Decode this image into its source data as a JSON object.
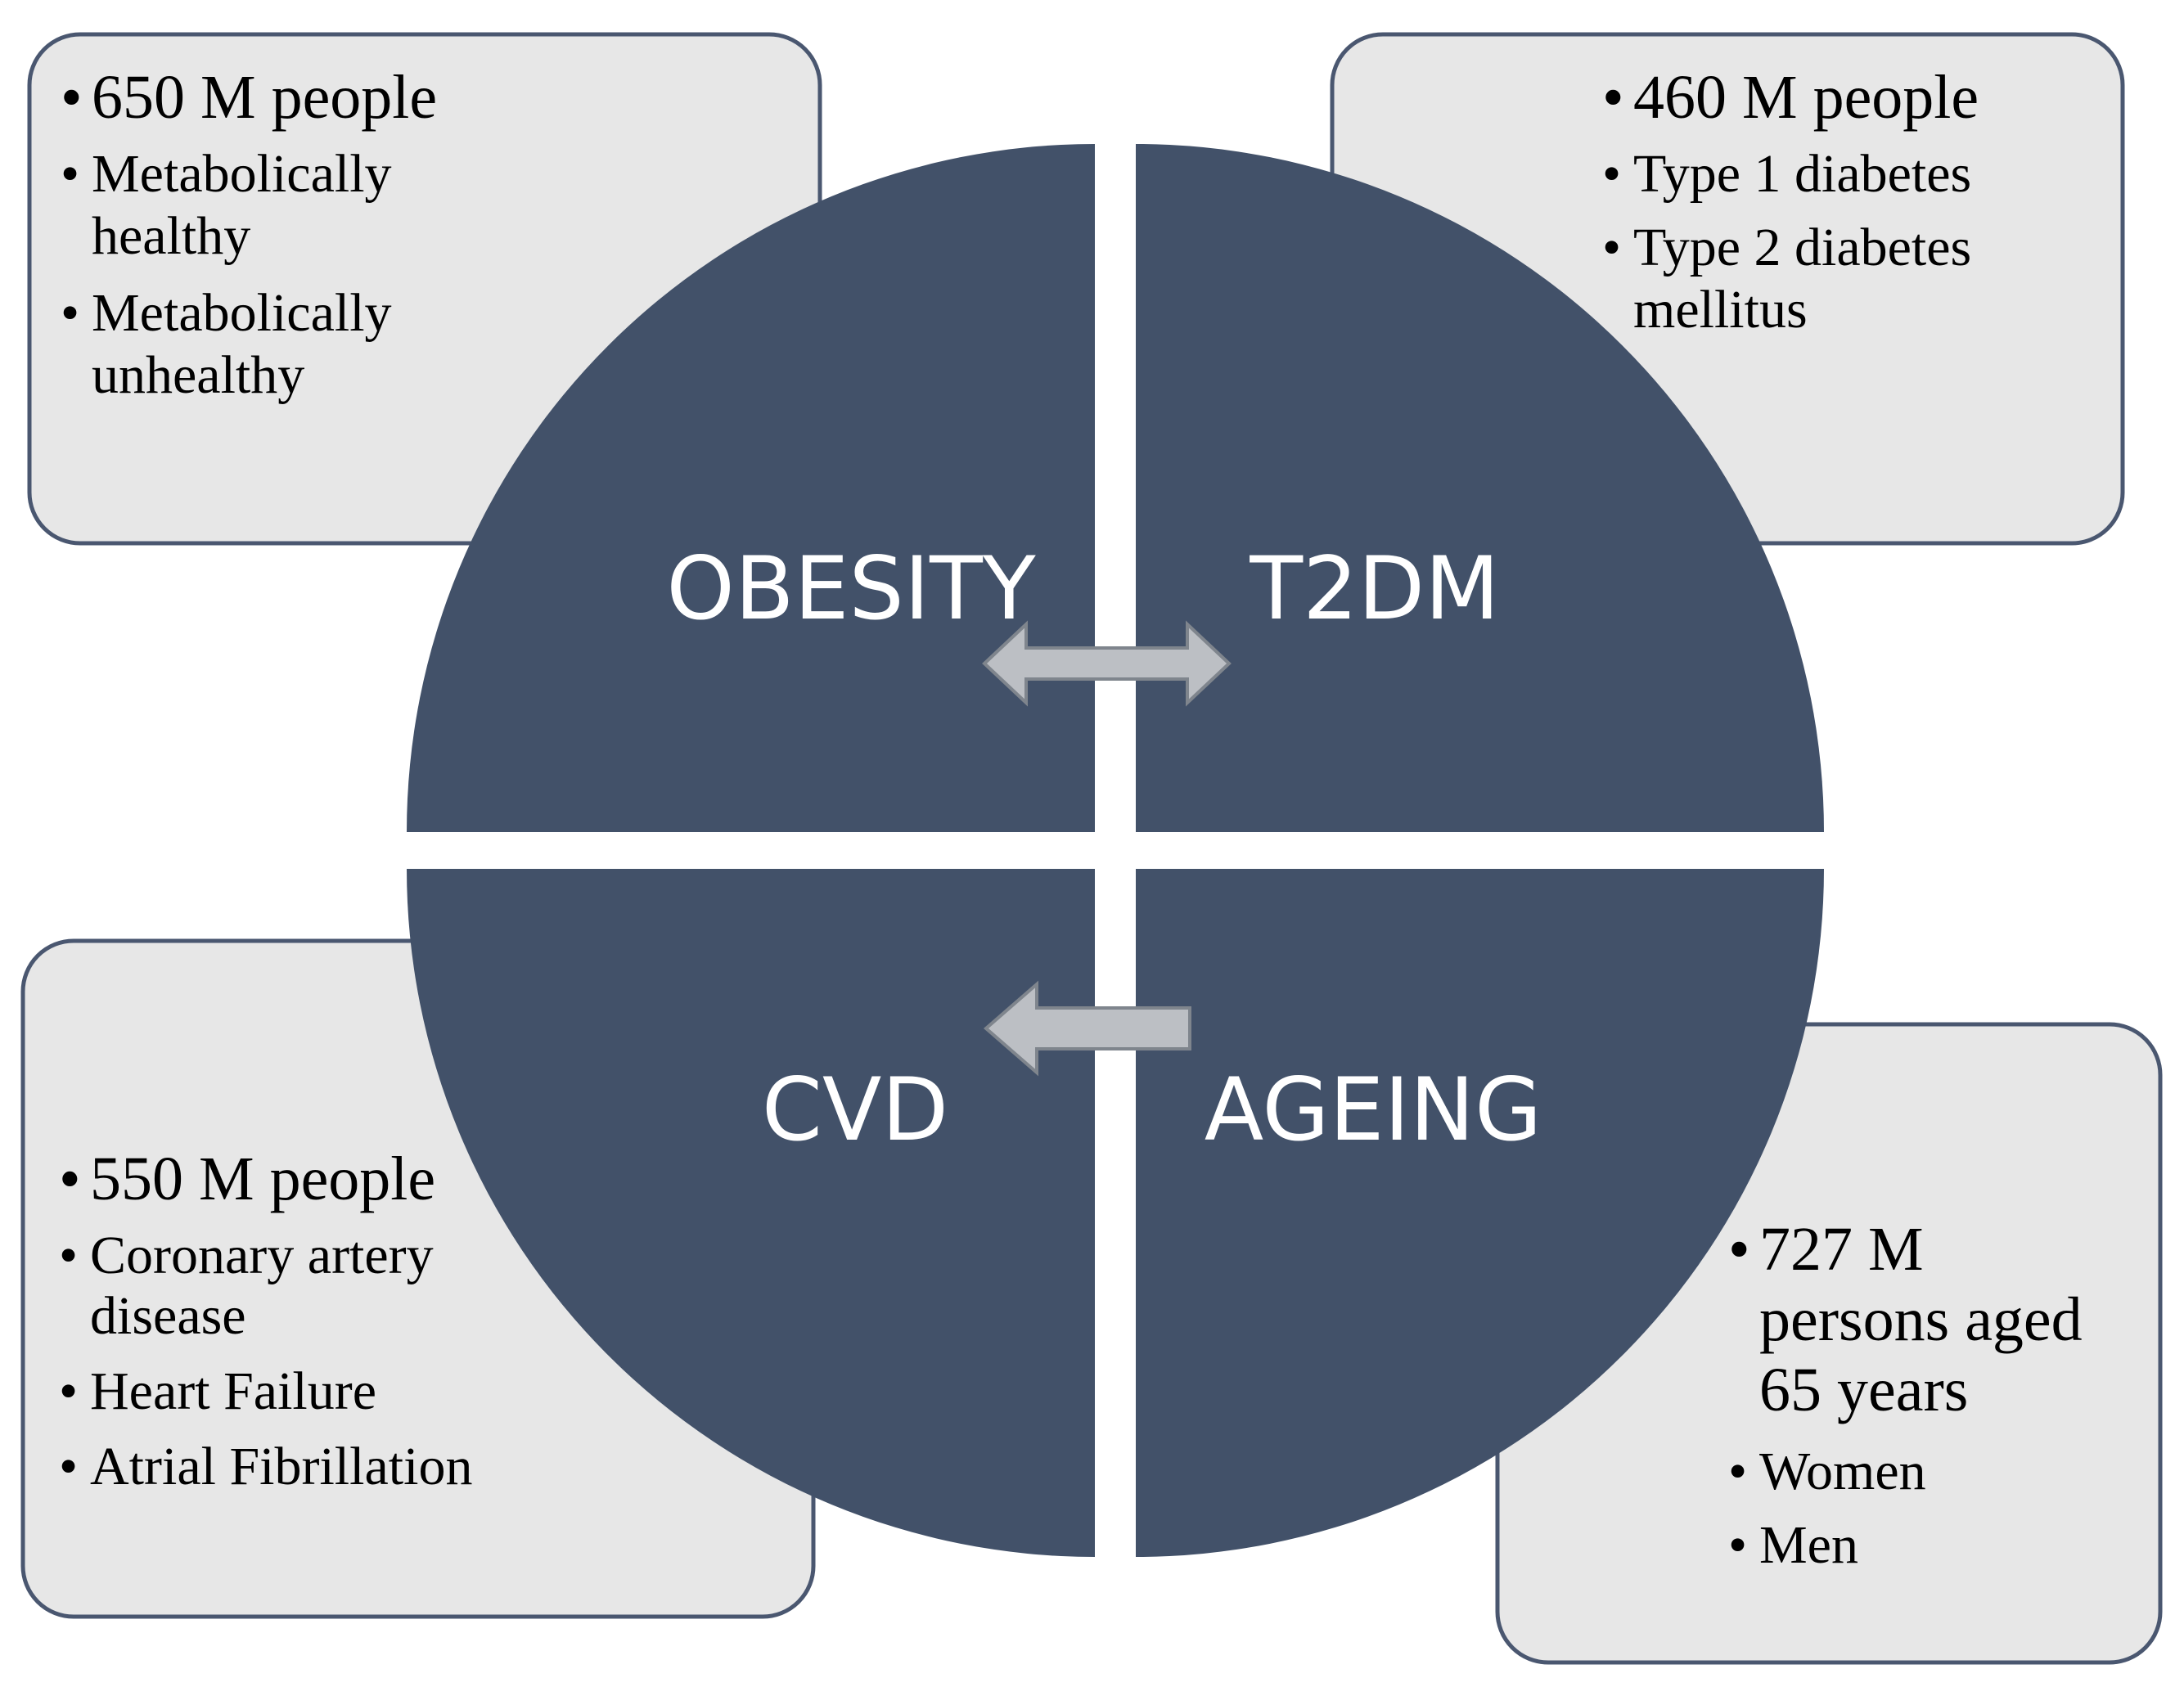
{
  "colors": {
    "quadrant_fill": "#425169",
    "box_fill": "#e7e7e7",
    "box_border": "#4a5770",
    "arrow_fill": "#bcbfc4",
    "label_text": "#ffffff"
  },
  "quadrants": {
    "obesity": "OBESITY",
    "t2dm": "T2DM",
    "cvd": "CVD",
    "ageing": "AGEING"
  },
  "boxes": {
    "obesity": {
      "head": "650 M people",
      "items": [
        {
          "lines": [
            "Metabolically",
            "healthy"
          ]
        },
        {
          "lines": [
            "Metabolically",
            "unhealthy"
          ]
        }
      ]
    },
    "t2dm": {
      "head": "460 M people",
      "items": [
        {
          "lines": [
            "Type 1 diabetes"
          ]
        },
        {
          "lines": [
            "Type 2 diabetes",
            "mellitus"
          ]
        }
      ]
    },
    "cvd": {
      "head": "550 M people",
      "items": [
        {
          "lines": [
            "Coronary artery",
            "disease"
          ]
        },
        {
          "lines": [
            "Heart  Failure"
          ]
        },
        {
          "lines": [
            "Atrial  Fibrillation"
          ]
        }
      ]
    },
    "ageing": {
      "head_lines": [
        "727 M",
        "persons aged",
        "65 years"
      ],
      "items": [
        {
          "lines": [
            "Women"
          ]
        },
        {
          "lines": [
            "Men"
          ]
        }
      ]
    }
  },
  "arrows": {
    "top": "double-headed",
    "bottom": "left-pointing"
  }
}
